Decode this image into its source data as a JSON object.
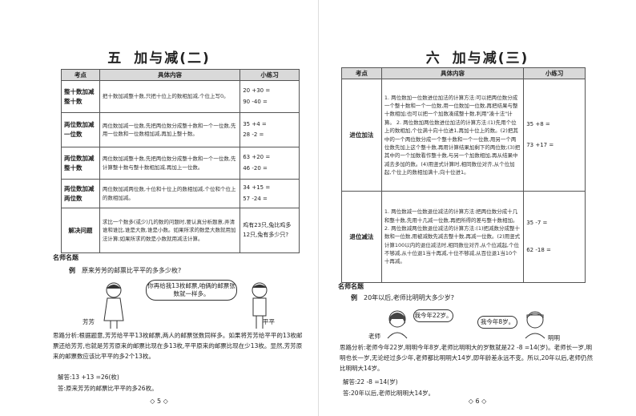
{
  "left": {
    "title_num": "五",
    "title_text": "加与减(二)",
    "table": {
      "headers": [
        "考点",
        "具体内容",
        "小练习"
      ],
      "rows": [
        {
          "kd": "整十数加减整十数",
          "content": "把十数加减整十数,只把十位上的数相加减,个位上写0。",
          "ex": [
            "20 +30 =",
            "90 -40 ="
          ]
        },
        {
          "kd": "两位数加减一位数",
          "content": "两位数加减一位数,先把两位数分成整十数和一个一位数,先用一位数和一位数相加减,再加上整十数。",
          "ex": [
            "35 +4 =",
            "28 -2 ="
          ]
        },
        {
          "kd": "两位数加减整十数",
          "content": "两位数加减整十数,先把两位数分成整十数和一个一位数,先计算整十数与整十数相加减,再加上一位数。",
          "ex": [
            "63 +20 =",
            "46 -20 ="
          ]
        },
        {
          "kd": "两位数加减两位数",
          "content": "两位数加减两位数,十位和十位上的数相加减,个位和个位上的数相加减。",
          "ex": [
            "34 +15 =",
            "57 -24 ="
          ]
        },
        {
          "kd": "解决问题",
          "content": "求比一个数多(或少)几的数的问题时,要认真分析题意,弄清谁和谁比,谁是大数,谁是小数。如果所求的数是大数就用加法计算;如果所求的数是小数就用减法计算。",
          "ex": [
            "鸡有23只,兔比鸡多12只,兔有多少只?"
          ]
        }
      ]
    },
    "famous_title": "名师名题",
    "example_label": "例",
    "example_text": "原来芳芳的邮票比平平的多多少枚?",
    "bubble": "你再给我13枚邮票,咱俩的邮票张数就一样多。",
    "name_a": "芳芳",
    "name_b": "平平",
    "analysis": "思路分析:根据题意,芳芳给平平13枚邮票,两人的邮票张数同样多。如果将芳芳给平平的13枚邮票还给芳芳,也就是芳芳原来的邮票比现在多13枚,平平原来的邮票比现在少13枚。显然,芳芳原来的邮票数应该比平平的多2个13枚。",
    "answer": "解答:13 +13 =26(枚)",
    "reply": "答:原来芳芳的邮票比平平的多26枚。",
    "page": "◇ 5 ◇"
  },
  "right": {
    "title_num": "六",
    "title_text": "加与减(三)",
    "table": {
      "headers": [
        "考点",
        "具体内容",
        "小练习"
      ],
      "rows": [
        {
          "kd": "进位加法",
          "content": "1. 两位数加一位数进位加法的计算方法:可以把两位数分成一个整十数和一个一位数,用一位数加一位数,再把结果与整十数相加;也可以把一个加数凑成整十数,利用\"凑十法\"计算。 2. 两位数加两位数进位加法的计算方法:(1)先用个位上的数相加,个位满十向十位进1,再加十位上的数。(2)把其中的一个两位数分成一个整十数和一个一位数,用另一个两位数先加上这个整十数,再用计算结果加剩下的两位数;(3)把其中的一个加数看作整十数,与另一个加数相加,再从结果中减去多加的数。(4)用竖式计算时,相同数位对齐,从个位加起,个位上的数相加满十,向十位进1。",
          "ex": [
            "35 +8 =",
            "73 +17 ="
          ]
        },
        {
          "kd": "退位减法",
          "content": "1. 两位数减一位数退位减法的计算方法:把两位数分成十几和整十数,先用十几减一位数,再把所得的差与整十数相加。 2. 两位数减两位数退位减法的计算方法:(1)把减数分成整十数和一位数,用被减数先减去整十数,再减一位数。(2)用竖式计算100以内的退位减法时,相同数位对齐,从个位减起,个位不够减,从十位退1当十再减,十位不够减,从百位退1当10个十再减。",
          "ex": [
            "35 -7 =",
            "62 -18 ="
          ]
        }
      ]
    },
    "famous_title": "名师名题",
    "example_label": "例",
    "example_text": "20年以后,老师比明明大多少岁?",
    "bubble_a": "我今年22岁。",
    "bubble_b": "我今年8岁。",
    "name_a": "老师",
    "name_b": "明明",
    "analysis": "思路分析:老师今年22岁,明明今年8岁,老师比明明大的岁数就是22 -8 =14(岁)。老师长一岁,明明也长一岁,无论经过多少年,老师都比明明大14岁,即年龄差永远不变。所以,20年以后,老师仍然比明明大14岁。",
    "answer": "解答:22 -8 =14(岁)",
    "reply": "答:20年以后,老师比明明大14岁。",
    "page": "◇ 6 ◇"
  }
}
